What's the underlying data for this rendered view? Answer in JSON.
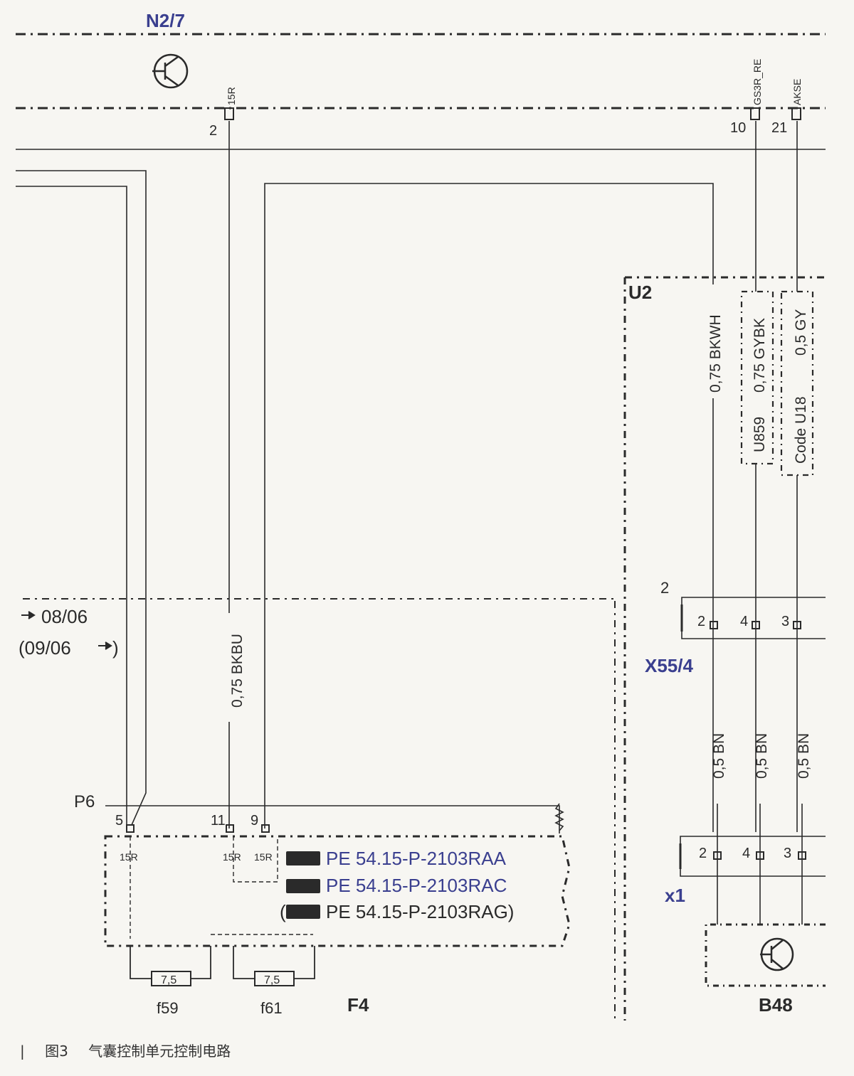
{
  "components": {
    "n2_7": "N2/7",
    "u2": "U2",
    "x55_4": "X55/4",
    "x1": "x1",
    "b48": "B48",
    "p6": "P6",
    "f4": "F4",
    "f59": "f59",
    "f61": "f61"
  },
  "connectors": {
    "n2_7_pin_2": "2",
    "n2_7_pin_10": "10",
    "n2_7_pin_21": "21",
    "n2_7_sig_15r": "15R",
    "n2_7_sig_gs3r": "GS3R_RE",
    "n2_7_sig_akse": "AKSE",
    "x55_conn_no": "2",
    "x55_pin_a": "2",
    "x55_pin_b": "4",
    "x55_pin_c": "3",
    "x1_pin_a": "2",
    "x1_pin_b": "4",
    "x1_pin_c": "3",
    "p6_pin_5": "5",
    "p6_pin_11": "11",
    "p6_pin_9": "9",
    "f4_sig_a": "15R",
    "f4_sig_b": "15R",
    "f4_sig_c": "15R"
  },
  "wires": {
    "bkbu": "0,75 BKBU",
    "bkwh": "0,75 BKWH",
    "gybk": "0,75 GYBK",
    "gy": "0,5 GY",
    "bn_1": "0,5 BN",
    "bn_2": "0,5 BN",
    "bn_3": "0,5 BN"
  },
  "codes": {
    "u859": "U859",
    "code_u18": "Code U18"
  },
  "fuses": {
    "f59_rating": "7,5",
    "f61_rating": "7,5"
  },
  "date_notes": {
    "until": "08/06",
    "from": "(09/06",
    "from_close": ")"
  },
  "references": {
    "raa": "PE 54.15-P-2103RAA",
    "rac": "PE 54.15-P-2103RAC",
    "rag": "PE 54.15-P-2103RAG)",
    "rag_open": "("
  },
  "caption": {
    "mark": "|",
    "figure": "图3",
    "title": "气囊控制单元控制电路"
  },
  "colors": {
    "line": "#2a2a2a",
    "accent_blue": "#3a3f8f",
    "paper": "#f7f6f2"
  }
}
